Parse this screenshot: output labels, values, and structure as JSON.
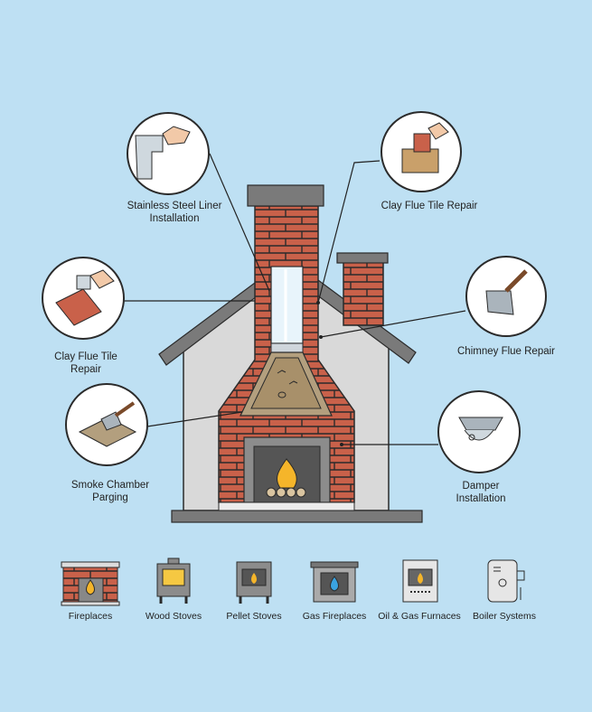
{
  "callouts": {
    "stainless_liner": {
      "line1": "Stainless Steel Liner",
      "line2": "Installation"
    },
    "clay_flue_top": {
      "line1": "Clay Flue Tile Repair"
    },
    "clay_flue_left": {
      "line1": "Clay Flue Tile",
      "line2": "Repair"
    },
    "chimney_flue": {
      "line1": "Chimney Flue Repair"
    },
    "smoke_chamber": {
      "line1": "Smoke Chamber",
      "line2": "Parging"
    },
    "damper": {
      "line1": "Damper",
      "line2": "Installation"
    }
  },
  "appliances": [
    {
      "label": "Fireplaces",
      "icon": "fireplace-icon"
    },
    {
      "label": "Wood Stoves",
      "icon": "wood-stove-icon"
    },
    {
      "label": "Pellet Stoves",
      "icon": "pellet-stove-icon"
    },
    {
      "label": "Gas Fireplaces",
      "icon": "gas-fireplace-icon"
    },
    {
      "label": "Oil & Gas Furnaces",
      "icon": "furnace-icon"
    },
    {
      "label": "Boiler Systems",
      "icon": "boiler-icon"
    }
  ],
  "colors": {
    "background": "#bee0f3",
    "brick": "#c9614a",
    "mortar": "#2b2b2b",
    "wall": "#d9d9d9",
    "roof": "#7a7a7a",
    "flame": "#f5b52a",
    "gas_flame": "#3aa3e0"
  }
}
